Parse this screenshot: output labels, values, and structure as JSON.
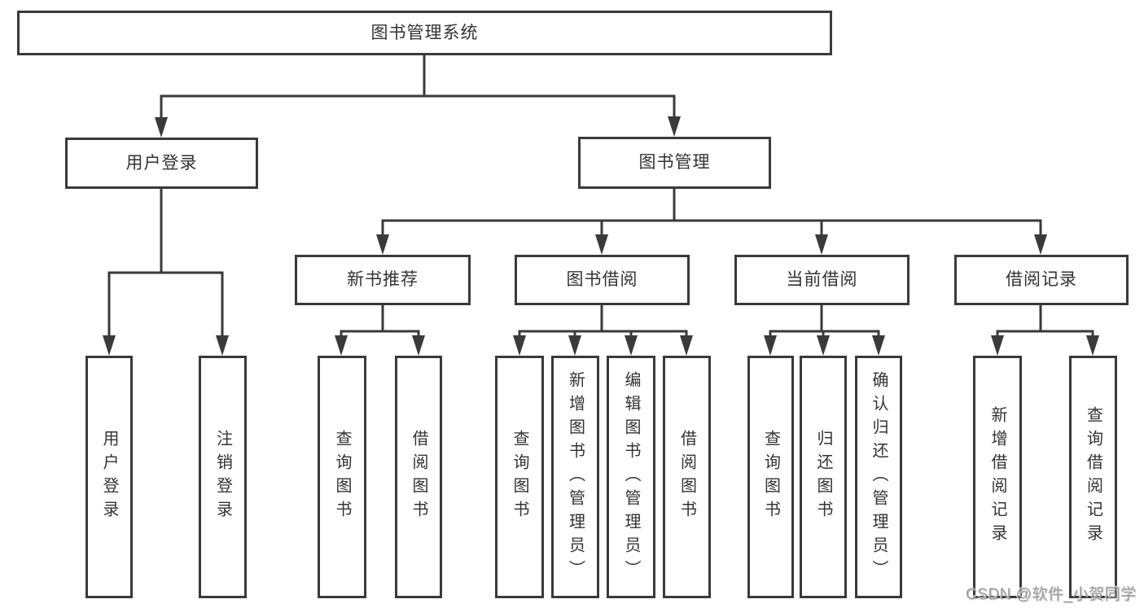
{
  "diagram": {
    "colors": {
      "background": "#ffffff",
      "line": "#3a3a3a",
      "text": "#333333",
      "watermark": "#9e9e9e"
    },
    "nodes": {
      "root": "图书管理系统",
      "user_login": "用户登录",
      "book_mgmt": "图书管理",
      "new_book_rec": "新书推荐",
      "book_borrow": "图书借阅",
      "current_borrow": "当前借阅",
      "borrow_records": "借阅记录",
      "leaf_user_login": "用户登录",
      "leaf_logout": "注销登录",
      "leaf_query_books_a": "查询图书",
      "leaf_borrow_books_a": "借阅图书",
      "leaf_query_books_b": "查询图书",
      "leaf_add_books_admin": "新增图书（管理员）",
      "leaf_edit_books_admin": "编辑图书（管理员）",
      "leaf_borrow_books_b": "借阅图书",
      "leaf_query_books_c": "查询图书",
      "leaf_return_books": "归还图书",
      "leaf_confirm_return_admin": "确认归还（管理员）",
      "leaf_add_record": "新增借阅记录",
      "leaf_query_record": "查询借阅记录"
    },
    "hierarchy": [
      {
        "parent": "图书管理系统",
        "children": [
          "用户登录",
          "图书管理"
        ]
      },
      {
        "parent": "用户登录",
        "children": [
          "用户登录",
          "注销登录"
        ]
      },
      {
        "parent": "图书管理",
        "children": [
          "新书推荐",
          "图书借阅",
          "当前借阅",
          "借阅记录"
        ]
      },
      {
        "parent": "新书推荐",
        "children": [
          "查询图书",
          "借阅图书"
        ]
      },
      {
        "parent": "图书借阅",
        "children": [
          "查询图书",
          "新增图书（管理员）",
          "编辑图书（管理员）",
          "借阅图书"
        ]
      },
      {
        "parent": "当前借阅",
        "children": [
          "查询图书",
          "归还图书",
          "确认归还（管理员）"
        ]
      },
      {
        "parent": "借阅记录",
        "children": [
          "新增借阅记录",
          "查询借阅记录"
        ]
      }
    ],
    "watermark": "CSDN @软件_小贺同学"
  }
}
